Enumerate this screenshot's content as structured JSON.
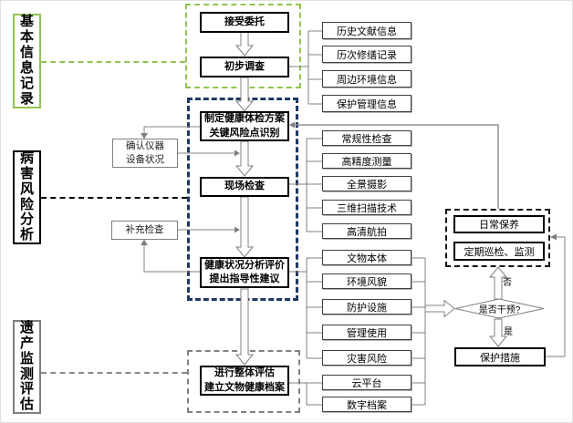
{
  "left_labels": {
    "basic_info": "基本信息记录",
    "disease_risk": "病害风险分析",
    "heritage_monitor": "遗产监测评估"
  },
  "flow": {
    "accept": "接受委托",
    "survey": "初步调查",
    "plan": "制定健康体检方案\n关键风险点识别",
    "inspect": "现场检查",
    "analyze": "健康状况分析评价\n提出指导性建议",
    "overall": "进行整体评估\n建立文物健康档案"
  },
  "side": {
    "confirm": "确认仪器\n设备状况",
    "supplement": "补充检查"
  },
  "info_boxes": [
    "历史文献信息",
    "历次修缮记录",
    "周边环境信息",
    "保护管理信息"
  ],
  "method_boxes": [
    "常规性检查",
    "高精度测量",
    "全景摄影",
    "三维扫描技术",
    "高清航拍"
  ],
  "assess_boxes": [
    "文物本体",
    "环境风貌",
    "防护设施",
    "管理使用",
    "灾害风险"
  ],
  "archive_boxes": [
    "云平台",
    "数字档案"
  ],
  "maintenance": {
    "daily": "日常保养",
    "periodic": "定期巡检、监测"
  },
  "decision": {
    "question": "是否干预?",
    "no": "否",
    "yes": "是",
    "measures": "保护措施"
  },
  "colors": {
    "accent_green": "#92c353",
    "accent_blue": "#1f3864",
    "accent_gray": "#7f7f7f",
    "line_gray": "#808080"
  }
}
